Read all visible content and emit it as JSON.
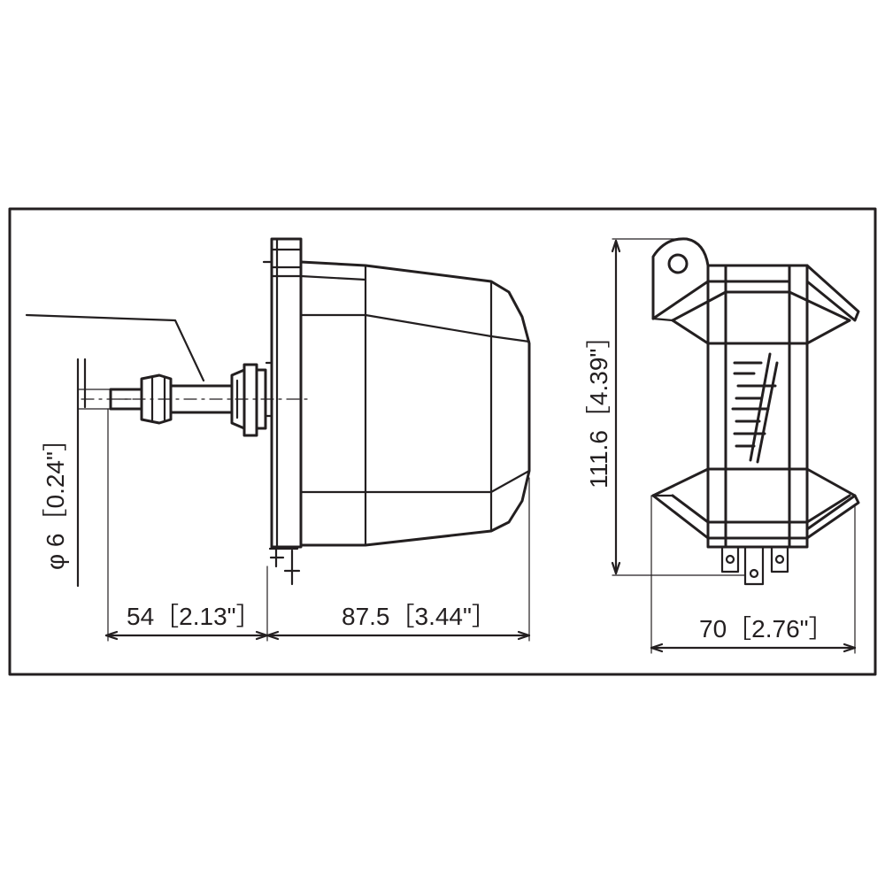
{
  "dimensions": {
    "shaft_diameter": "φ 6［0.24\"］",
    "shaft_length": "54［2.13\"］",
    "body_depth": "87.5［3.44\"］",
    "body_height": "111.6［4.39\"］",
    "body_width": "70［2.76\"］"
  },
  "colors": {
    "ink": "#231f20",
    "background": "#ffffff"
  }
}
